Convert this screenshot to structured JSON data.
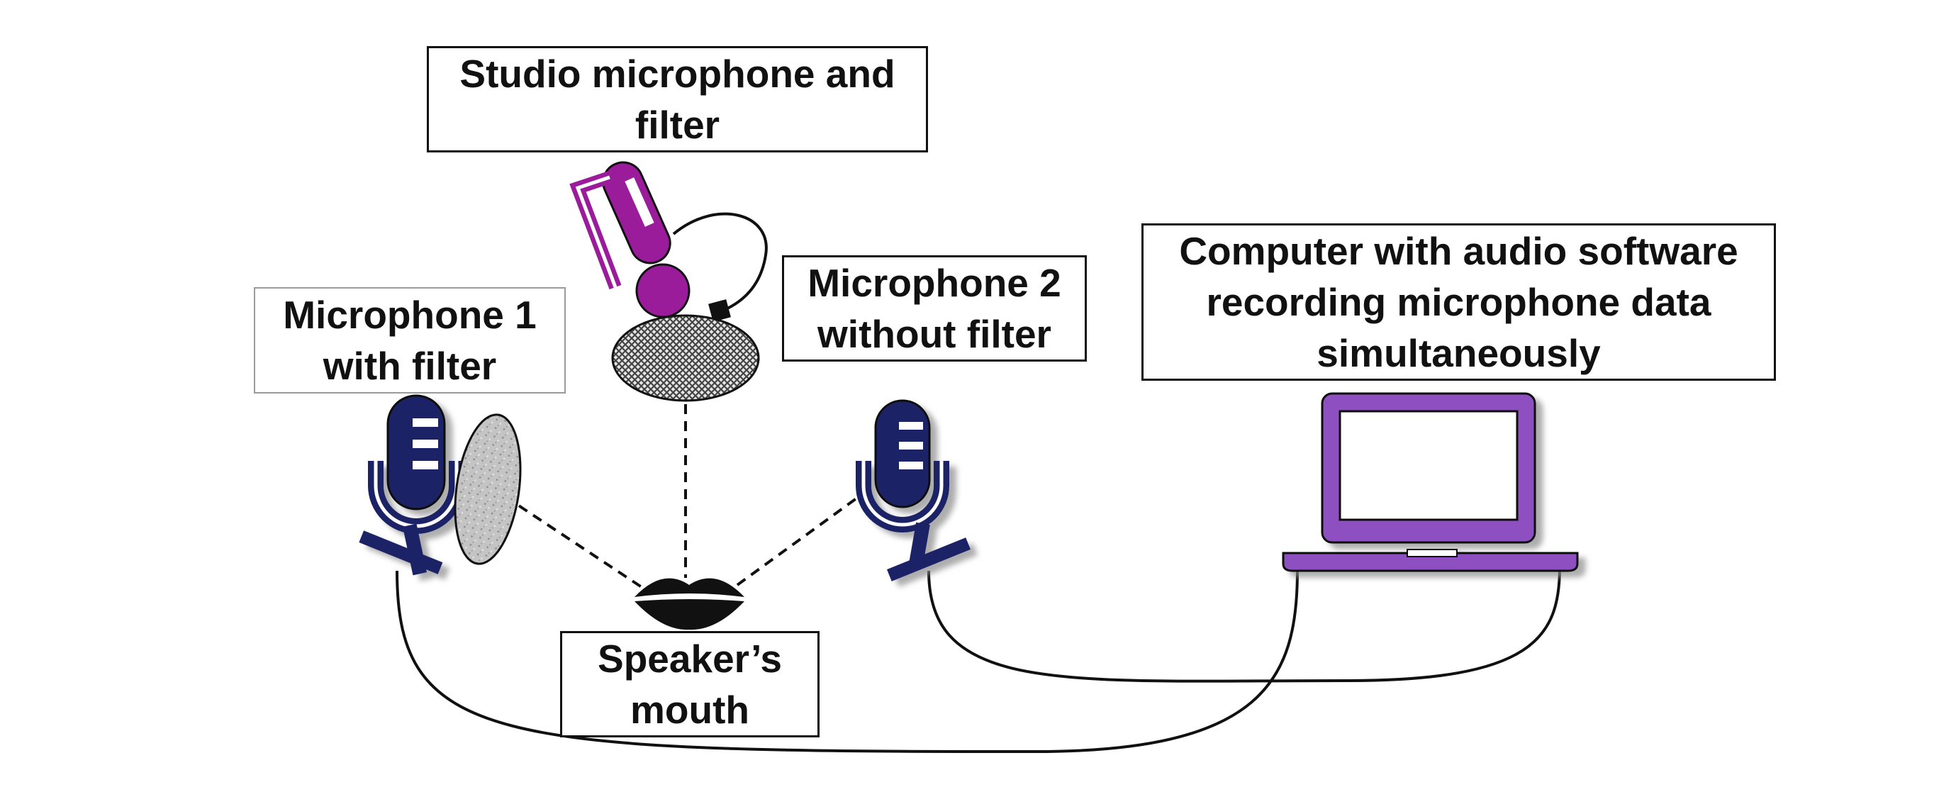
{
  "labels": {
    "studio_mic": [
      "Studio microphone and",
      "filter"
    ],
    "mic1": [
      "Microphone 1",
      "with filter"
    ],
    "mic2": [
      "Microphone 2",
      "without filter"
    ],
    "computer": [
      "Computer with audio software",
      "recording microphone data",
      "simultaneously"
    ],
    "mouth": [
      "Speaker’s",
      "mouth"
    ]
  },
  "colors": {
    "mic_body": "#1f2466",
    "studio_mic": "#9b1c9b",
    "laptop": "#8e4fc0",
    "filter_gray": "#bdbdbd",
    "mesh_dark": "#555555",
    "cable": "#111111"
  },
  "icons": [
    "microphone-1-icon",
    "pop-filter-icon",
    "studio-microphone-icon",
    "mesh-filter-icon",
    "microphone-2-icon",
    "laptop-icon",
    "lips-icon"
  ]
}
